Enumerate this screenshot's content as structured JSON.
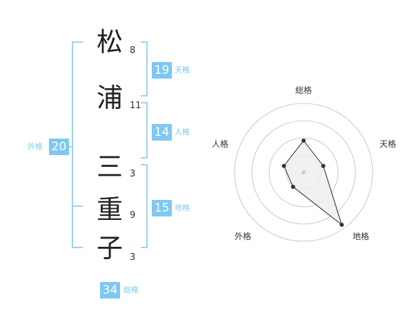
{
  "name": {
    "chars": [
      {
        "char": "松",
        "strokes": "8"
      },
      {
        "char": "浦",
        "strokes": "11"
      },
      {
        "char": "三",
        "strokes": "3"
      },
      {
        "char": "重",
        "strokes": "9"
      },
      {
        "char": "子",
        "strokes": "3"
      }
    ]
  },
  "kaku": {
    "ten": {
      "value": "19",
      "label": "天格"
    },
    "jin": {
      "value": "14",
      "label": "人格"
    },
    "chi": {
      "value": "15",
      "label": "地格"
    },
    "gai": {
      "value": "20",
      "label": "外格"
    },
    "sou": {
      "value": "34",
      "label": "総格"
    }
  },
  "radar": {
    "axes": [
      "総格",
      "天格",
      "地格",
      "外格",
      "人格"
    ],
    "values": [
      2.3,
      1.5,
      4.7,
      1.3,
      1.5
    ],
    "max": 5,
    "rings": 4,
    "colors": {
      "ring": "#bbbbbb",
      "fill": "#eeeeee",
      "stroke": "#222222",
      "point": "#333333",
      "center": "#cccccc"
    }
  },
  "colors": {
    "accent": "#7ec8f2",
    "bracket": "#9dd2f0"
  }
}
